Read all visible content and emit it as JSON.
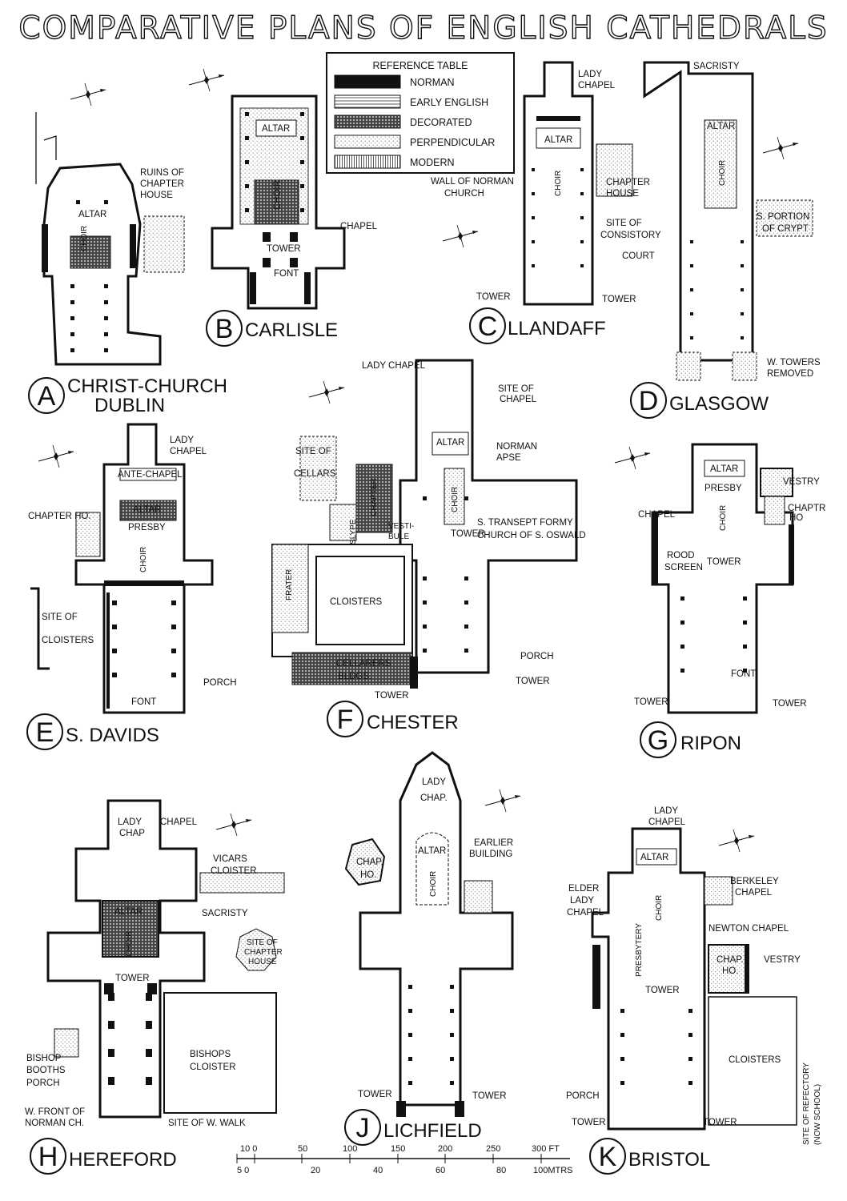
{
  "title": "COMPARATIVE PLANS OF ENGLISH CATHEDRALS",
  "reference_table": {
    "heading": "REFERENCE TABLE",
    "entries": [
      "NORMAN",
      "EARLY ENGLISH",
      "DECORATED",
      "PERPENDICULAR",
      "MODERN"
    ]
  },
  "plans": {
    "A": {
      "letter": "A",
      "name_line1": "CHRIST-CHURCH",
      "name_line2": "DUBLIN",
      "labels": [
        "RUINS OF",
        "CHAPTER",
        "HOUSE",
        "ALTAR",
        "CHOIR"
      ]
    },
    "B": {
      "letter": "B",
      "name": "CARLISLE",
      "labels": [
        "ALTAR",
        "CHOIR",
        "CHAPEL",
        "TOWER",
        "FONT"
      ]
    },
    "C": {
      "letter": "C",
      "name": "LLANDAFF",
      "labels": [
        "LADY",
        "CHAPEL",
        "ALTAR",
        "CHOIR",
        "WALL OF NORMAN",
        "CHURCH",
        "CHAPTER",
        "HOUSE",
        "SITE OF",
        "CONSISTORY",
        "COURT",
        "TOWER",
        "TOWER"
      ]
    },
    "D": {
      "letter": "D",
      "name": "GLASGOW",
      "labels": [
        "SACRISTY",
        "ALTAR",
        "CHOIR",
        "S. PORTION",
        "OF CRYPT",
        "W. TOWERS",
        "REMOVED"
      ]
    },
    "E": {
      "letter": "E",
      "name": "S. DAVIDS",
      "labels": [
        "LADY",
        "CHAPEL",
        "ANTE-CHAPEL",
        "ALTAR",
        "PRESBY",
        "CHAPTER HO.",
        "CHOIR",
        "SITE OF",
        "CLOISTERS",
        "PORCH",
        "FONT"
      ]
    },
    "F": {
      "letter": "F",
      "name": "CHESTER",
      "labels": [
        "LADY CHAPEL",
        "SITE OF",
        "CHAPEL",
        "ALTAR",
        "NORMAN",
        "APSE",
        "SITE OF",
        "CELLARS",
        "CHAPTER",
        "SLYPE",
        "VESTI-",
        "BULE",
        "CHOIR",
        "TOWER",
        "S. TRANSEPT FORMY",
        "CHURCH OF S. OSWALD",
        "FRATER",
        "CLOISTERS",
        "CELLARERS",
        "BLDGS.",
        "PORCH",
        "TOWER",
        "TOWER"
      ]
    },
    "G": {
      "letter": "G",
      "name": "RIPON",
      "labels": [
        "ALTAR",
        "PRESBY",
        "VESTRY",
        "CHAPEL",
        "CHOIR",
        "CHAPTR",
        "HO",
        "ROOD",
        "SCREEN",
        "TOWER",
        "FONT",
        "TOWER",
        "TOWER"
      ]
    },
    "H": {
      "letter": "H",
      "name": "HEREFORD",
      "labels": [
        "LADY",
        "CHAP",
        "CHAPEL",
        "VICARS",
        "CLOISTER",
        "ALTAR",
        "SACRISTY",
        "SITE OF",
        "CHAPTER",
        "HOUSE",
        "CHOIR",
        "TOWER",
        "BISHOPS",
        "CLOISTER",
        "BISHOP",
        "BOOTHS",
        "PORCH",
        "W. FRONT OF",
        "NORMAN CH.",
        "SITE OF W. WALK"
      ]
    },
    "J": {
      "letter": "J",
      "name": "LICHFIELD",
      "labels": [
        "LADY",
        "CHAP.",
        "CHAP.",
        "HO.",
        "ALTAR",
        "EARLIER",
        "BUILDING",
        "CHOIR",
        "TOWER",
        "TOWER"
      ]
    },
    "K": {
      "letter": "K",
      "name": "BRISTOL",
      "labels": [
        "LADY",
        "CHAPEL",
        "ALTAR",
        "ELDER",
        "LADY",
        "CHAPEL",
        "BERKELEY",
        "CHAPEL",
        "PRESBYTERY",
        "CHOIR",
        "NEWTON CHAPEL",
        "CHAP.",
        "HO.",
        "VESTRY",
        "TOWER",
        "CLOISTERS",
        "SITE OF REFECTORY",
        "(NOW SCHOOL)",
        "PORCH",
        "TOWER",
        "TOWER"
      ]
    }
  },
  "scale_bar": {
    "feet_ticks": [
      "10 0",
      "50",
      "100",
      "150",
      "200",
      "250",
      "300 FT"
    ],
    "metre_ticks": [
      "5 0",
      "20",
      "40",
      "60",
      "80",
      "100MTRS"
    ]
  }
}
